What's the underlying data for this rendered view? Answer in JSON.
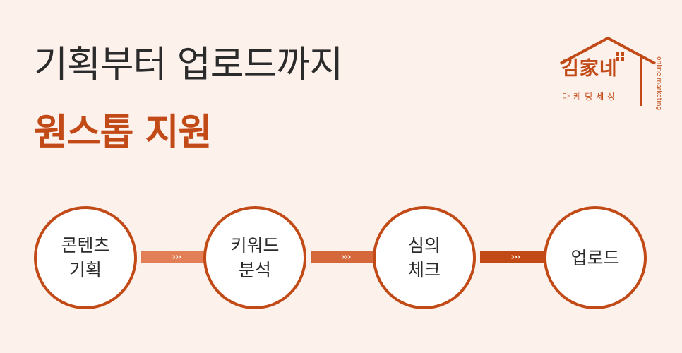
{
  "headline": {
    "line1": "기획부터 업로드까지",
    "line2": "원스톱 지원"
  },
  "logo": {
    "name": "김家네",
    "subtitle": "마케팅세상",
    "vertical_text": "online marketing"
  },
  "steps": [
    {
      "line1": "콘텐츠",
      "line2": "기획"
    },
    {
      "line1": "키워드",
      "line2": "분석"
    },
    {
      "line1": "심의",
      "line2": "체크"
    },
    {
      "line1": "업로드",
      "line2": ""
    }
  ],
  "connector_glyph": "›››",
  "colors": {
    "background": "#fdf1ec",
    "accent": "#c24a16",
    "connector_light": "#e27f56",
    "connector_mid": "#d5683a",
    "connector_dark": "#c24a16",
    "text": "#2b2b2b"
  }
}
